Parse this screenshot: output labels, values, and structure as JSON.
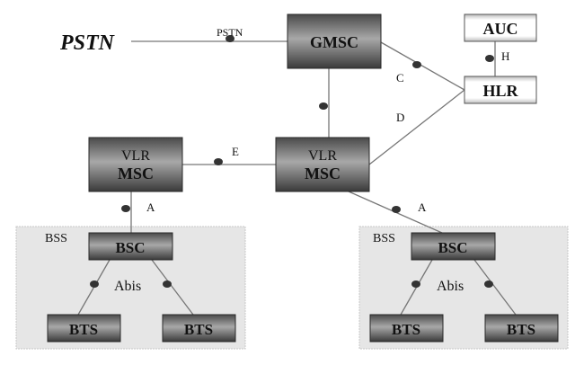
{
  "external": {
    "label": "PSTN"
  },
  "nodes": {
    "gmsc": {
      "label": "GMSC"
    },
    "auc": {
      "label": "AUC"
    },
    "hlr": {
      "label": "HLR"
    },
    "msc_left": {
      "line1": "VLR",
      "line2": "MSC"
    },
    "msc_right": {
      "line1": "VLR",
      "line2": "MSC"
    }
  },
  "bss_left": {
    "label": "BSS",
    "bsc": "BSC",
    "bts": [
      "BTS",
      "BTS"
    ],
    "interface": "Abis"
  },
  "bss_right": {
    "label": "BSS",
    "bsc": "BSC",
    "bts": [
      "BTS",
      "BTS"
    ],
    "interface": "Abis"
  },
  "interfaces": {
    "pstn": "PSTN",
    "c": "C",
    "d": "D",
    "h": "H",
    "e": "E",
    "a_left": "A",
    "a_right": "A"
  },
  "colors": {
    "dark_box_top": "#9a9a9a",
    "dark_box_mid": "#5a5a5a",
    "light_box": "#e8e8e8",
    "bss_bg": "#e6e6e6",
    "line": "#777777",
    "dot": "#333333"
  }
}
